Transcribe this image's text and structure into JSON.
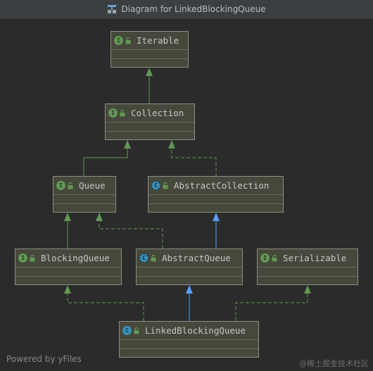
{
  "window": {
    "title": "Diagram for LinkedBlockingQueue"
  },
  "nodes": {
    "iterable": {
      "name": "Iterable",
      "kind": "I"
    },
    "collection": {
      "name": "Collection",
      "kind": "I"
    },
    "queue": {
      "name": "Queue",
      "kind": "I"
    },
    "abstract_collection": {
      "name": "AbstractCollection",
      "kind": "C"
    },
    "blocking_queue": {
      "name": "BlockingQueue",
      "kind": "I"
    },
    "abstract_queue": {
      "name": "AbstractQueue",
      "kind": "C"
    },
    "serializable": {
      "name": "Serializable",
      "kind": "I"
    },
    "linked_blocking_queue": {
      "name": "LinkedBlockingQueue",
      "kind": "C"
    }
  },
  "edges": [
    {
      "from": "collection",
      "to": "iterable",
      "type": "extends"
    },
    {
      "from": "queue",
      "to": "collection",
      "type": "extends"
    },
    {
      "from": "abstract_collection",
      "to": "collection",
      "type": "implements"
    },
    {
      "from": "blocking_queue",
      "to": "queue",
      "type": "extends"
    },
    {
      "from": "abstract_queue",
      "to": "queue",
      "type": "implements"
    },
    {
      "from": "abstract_queue",
      "to": "abstract_collection",
      "type": "extends-class"
    },
    {
      "from": "linked_blocking_queue",
      "to": "blocking_queue",
      "type": "implements"
    },
    {
      "from": "linked_blocking_queue",
      "to": "abstract_queue",
      "type": "extends-class"
    },
    {
      "from": "linked_blocking_queue",
      "to": "serializable",
      "type": "implements"
    }
  ],
  "colors": {
    "background": "#2b2b2b",
    "interface_edge": "#629755",
    "class_edge": "#589df6",
    "node_fill": "#45483b"
  },
  "footer": {
    "text": "Powered by yFiles"
  },
  "watermark": {
    "text": "@稀土掘金技术社区"
  }
}
